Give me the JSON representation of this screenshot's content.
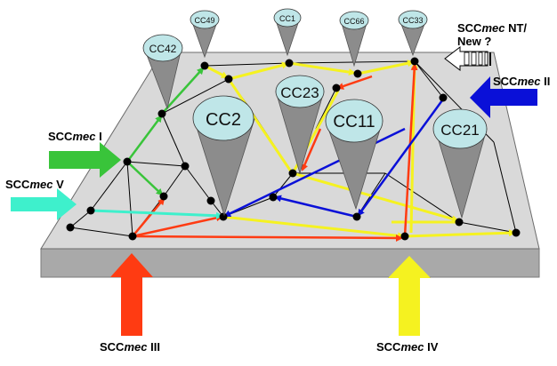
{
  "scc_labels": {
    "mec_I": {
      "prefix": "SCC",
      "emph": "mec",
      "suffix": " I"
    },
    "mec_II": {
      "prefix": "SCC",
      "emph": "mec",
      "suffix": " II"
    },
    "mec_III": {
      "prefix": "SCC",
      "emph": "mec",
      "suffix": " III"
    },
    "mec_IV": {
      "prefix": "SCC",
      "emph": "mec",
      "suffix": " IV"
    },
    "mec_V": {
      "prefix": "SCC",
      "emph": "mec",
      "suffix": " V"
    },
    "mec_NT": {
      "prefix": "SCC",
      "emph": "mec",
      "suffix": " NT/",
      "line2": "New ?"
    }
  },
  "clonal_complexes": {
    "cc42": "CC42",
    "cc49": "CC49",
    "cc1": "CC1",
    "cc66": "CC66",
    "cc33": "CC33",
    "cc23": "CC23",
    "cc2": "CC2",
    "cc11": "CC11",
    "cc21": "CC21"
  },
  "colors": {
    "green": "#39c43a",
    "yellow": "#f5f220",
    "red": "#ff3b12",
    "blue": "#0a10d8",
    "cyan": "#3ef0cc",
    "cone_gray": "#8c8c8c",
    "cone_top": "#bfe6e8",
    "platform_top": "#d9d9d9",
    "platform_side": "#a9a9a9"
  }
}
